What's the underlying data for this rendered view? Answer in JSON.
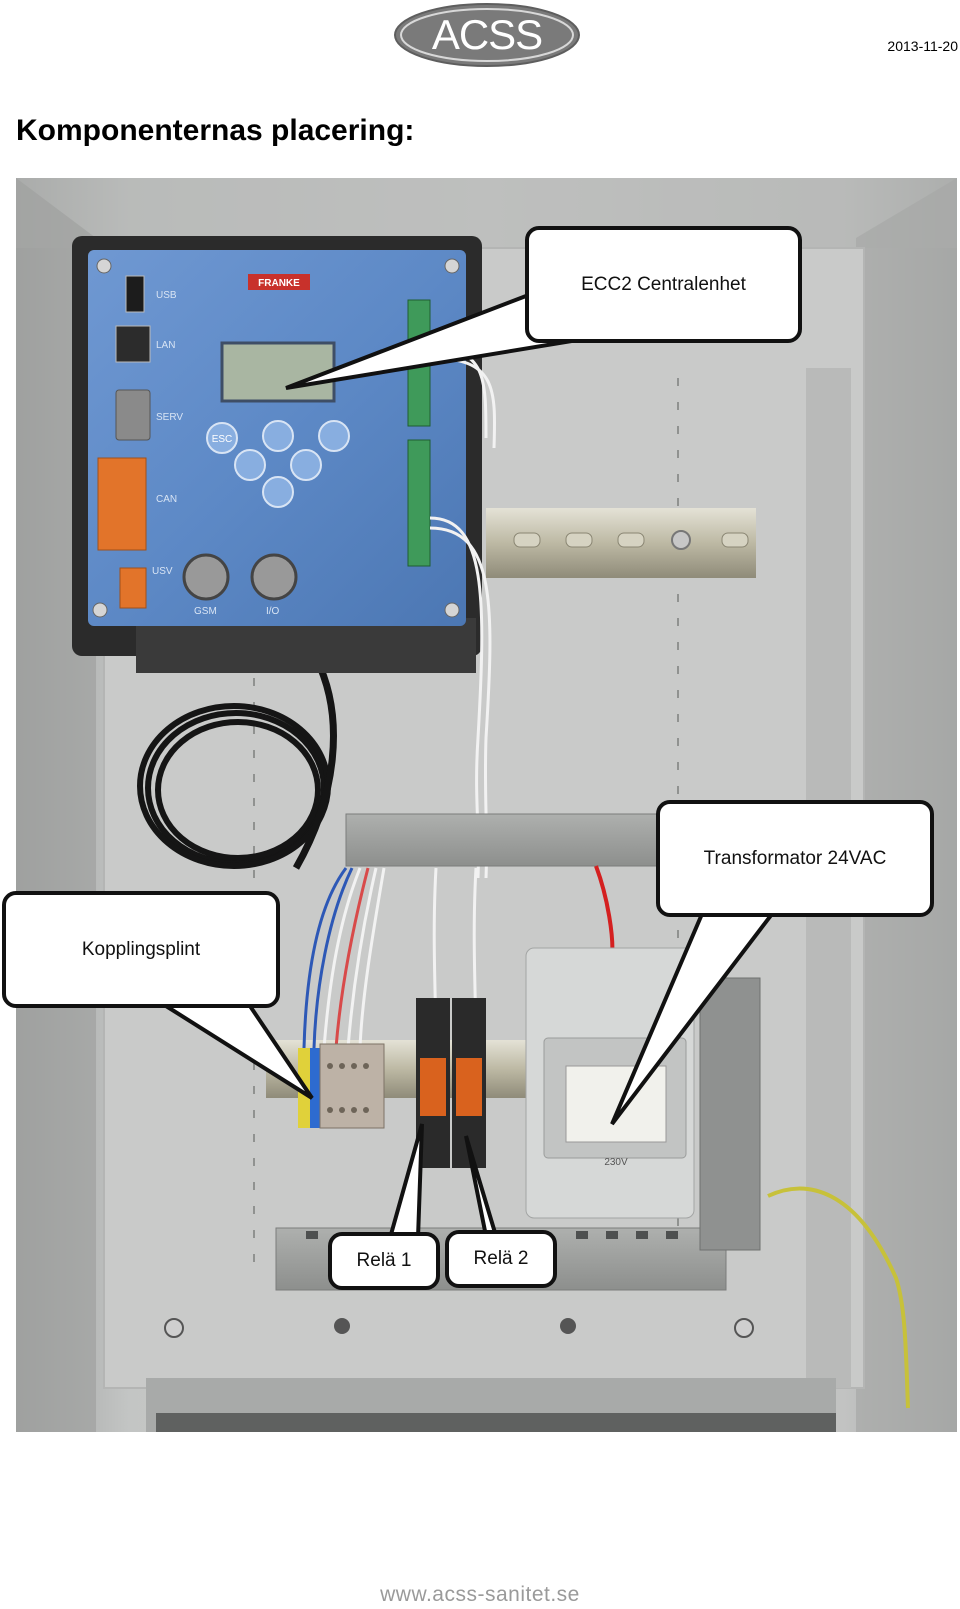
{
  "header": {
    "logo_text": "ACSS",
    "date": "2013-11-20"
  },
  "title": "Komponenternas placering:",
  "photo": {
    "device": {
      "brand": "FRANKE",
      "port_labels": [
        "USB",
        "LAN",
        "SERV",
        "CAN",
        "USV",
        "GSM",
        "I/O"
      ],
      "keys": [
        "ESC"
      ]
    },
    "callouts": {
      "central_unit": "ECC2 Centralenhet",
      "transformer": "Transformator 24VAC",
      "terminal_block": "Kopplingsplint",
      "relay1": "Relä 1",
      "relay2": "Relä 2"
    },
    "transformer_voltage": "230V"
  },
  "footer": {
    "url": "www.acss-sanitet.se"
  },
  "colors": {
    "device_panel": "#5a86c4",
    "enclosure": "#c8c9c7",
    "terminal_green": "#3f9a5a",
    "connector_orange": "#e2742a",
    "relay_orange": "#d9621e",
    "footer_gray": "#9a9a9a"
  }
}
